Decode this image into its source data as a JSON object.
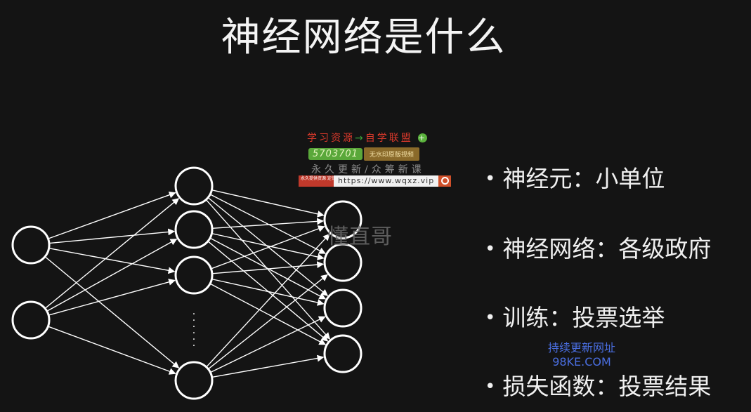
{
  "slide": {
    "title": "神经网络是什么",
    "bullets": [
      "神经元：小单位",
      "神经网络：各级政府",
      "训练：投票选举",
      "损失函数：投票结果"
    ],
    "bullet_glyph": "•",
    "hidden_dots": "·"
  },
  "watermarks": {
    "center": "懂直哥",
    "bottom_line1": "持续更新网址",
    "bottom_line2": "98KE.COM",
    "ad_row1_left": "学习资源",
    "ad_row1_arrow": "→",
    "ad_row1_right": "自学联盟",
    "ad_plus": "+",
    "ad_qq": "5703701",
    "ad_tag": "无水印原版视频",
    "ad_row3": "永久更新/众筹新课",
    "ad_tiny": "永久提供资源 定位支持接联",
    "ad_url": "https://www.wqxz.vip"
  },
  "colors": {
    "background": "#141414",
    "node_stroke": "#ffffff",
    "edge_stroke": "#ffffff",
    "text": "#f2f2f2"
  },
  "network": {
    "layers": [
      {
        "name": "input",
        "nodes": 2
      },
      {
        "name": "hidden",
        "nodes": 4,
        "ellipsis_before_last": true
      },
      {
        "name": "output",
        "nodes": 4
      }
    ],
    "fully_connected": true
  }
}
